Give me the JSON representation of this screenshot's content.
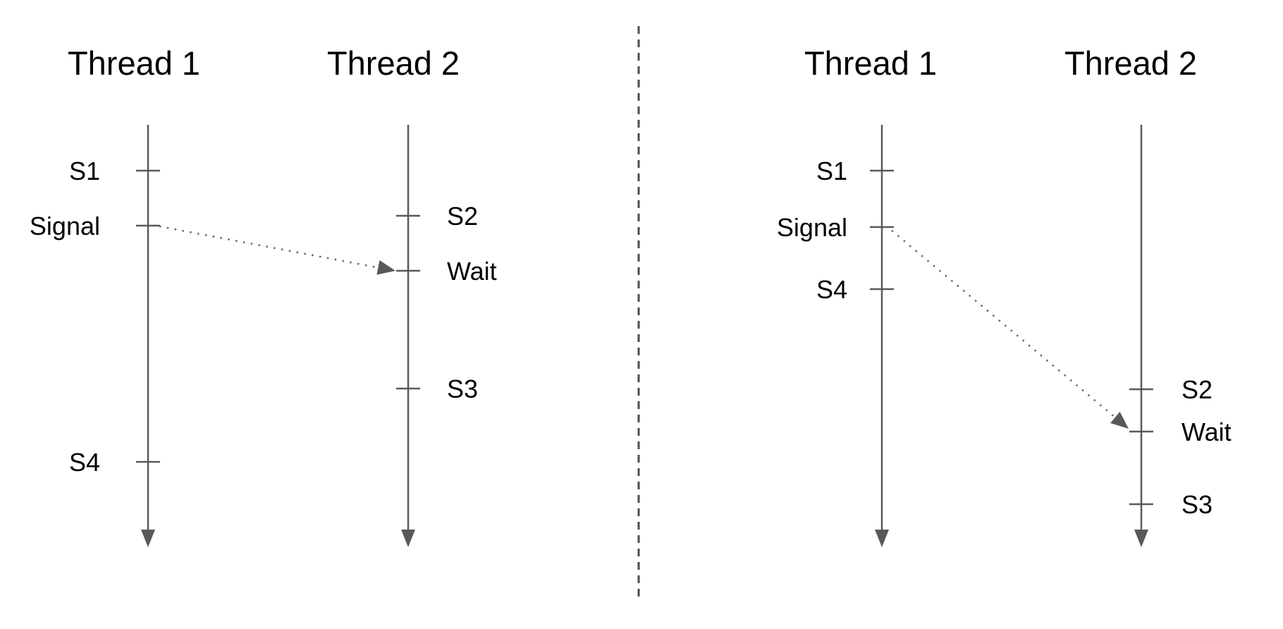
{
  "figure": {
    "description_visible_text_only": "",
    "colors": {
      "background": "#ffffff",
      "text": "#000000",
      "lifeline": "#595959",
      "dotted_arrow": "#666666",
      "divider": "#4d4d4d"
    },
    "diagrams": [
      {
        "side": "left",
        "threads": [
          {
            "title": "Thread 1",
            "events": [
              {
                "label": "S1"
              },
              {
                "label": "Signal"
              },
              {
                "label": "S4"
              }
            ]
          },
          {
            "title": "Thread 2",
            "events": [
              {
                "label": "S2"
              },
              {
                "label": "Wait"
              },
              {
                "label": "S3"
              }
            ]
          }
        ],
        "arrow": {
          "from": "Signal",
          "to": "Wait",
          "style": "dotted"
        }
      },
      {
        "side": "right",
        "threads": [
          {
            "title": "Thread 1",
            "events": [
              {
                "label": "S1"
              },
              {
                "label": "Signal"
              },
              {
                "label": "S4"
              }
            ]
          },
          {
            "title": "Thread 2",
            "events": [
              {
                "label": "S2"
              },
              {
                "label": "Wait"
              },
              {
                "label": "S3"
              }
            ]
          }
        ],
        "arrow": {
          "from": "Signal",
          "to": "Wait",
          "style": "dotted"
        }
      }
    ]
  }
}
